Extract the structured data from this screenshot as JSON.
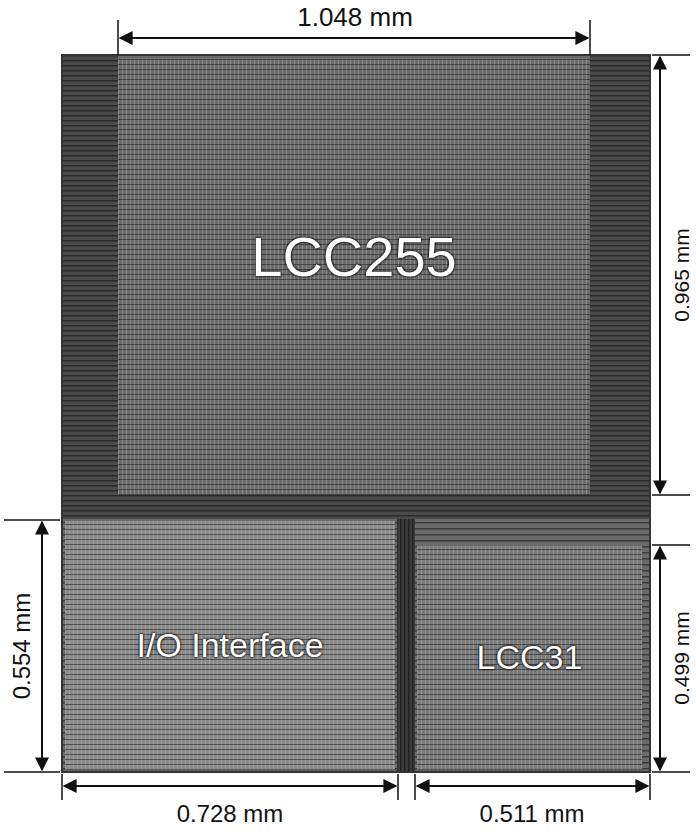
{
  "diagram": {
    "nodes": [
      {
        "text": [
          "LCC255"
        ]
      },
      {
        "text": [
          "I/O Interface"
        ]
      },
      {
        "text": [
          "LCC31"
        ]
      }
    ],
    "labels": [
      "1.048 mm",
      "0.965 mm",
      "0.554 mm",
      "0.499 mm",
      "0.728 mm",
      "0.511 mm"
    ]
  }
}
